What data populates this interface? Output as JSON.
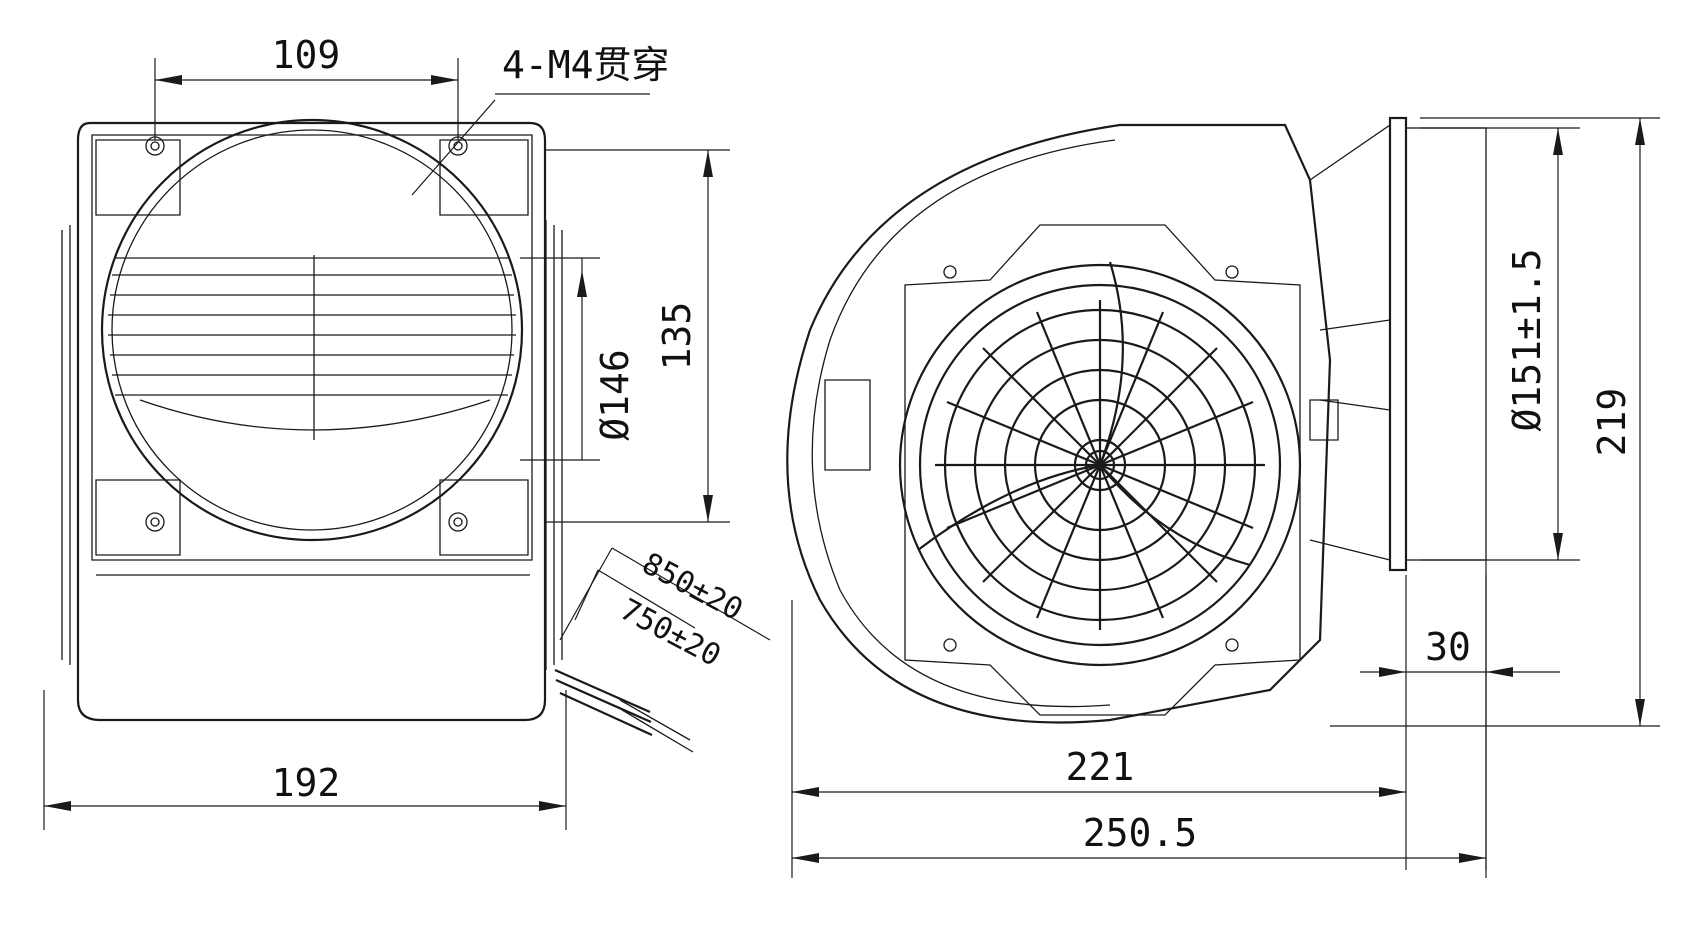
{
  "drawing": {
    "front_view": {
      "dim_hole_spacing": "109",
      "callout_holes": "4-M4贯穿",
      "dim_height_inner": "135",
      "dim_outlet_diameter": "Ø146",
      "dim_width": "192",
      "dim_cable_outer": "850±20",
      "dim_cable_inner": "750±20"
    },
    "side_view": {
      "dim_flange_diameter": "Ø151±1.5",
      "dim_total_height": "219",
      "dim_flange_offset": "30",
      "dim_body_length": "221",
      "dim_total_length": "250.5"
    }
  }
}
